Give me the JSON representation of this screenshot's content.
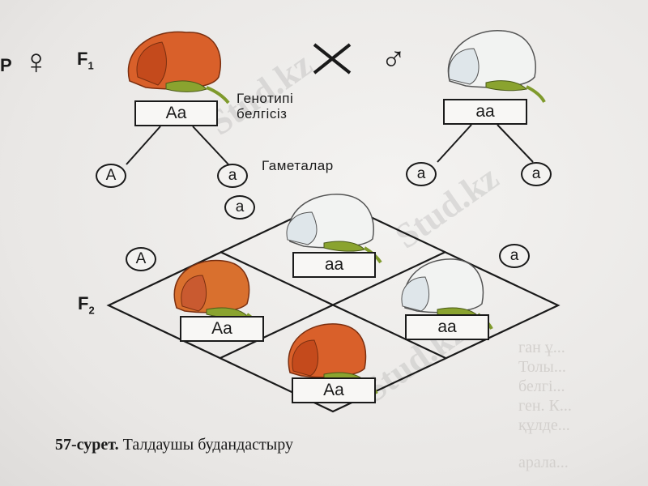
{
  "figure": {
    "parents_label": "P",
    "female_symbol": "♀",
    "f1_label": "F",
    "f1_sub": "1",
    "cross_symbol": "×",
    "male_symbol": "♂",
    "f2_label": "F",
    "f2_sub": "2",
    "genotype_label_line1": "Генотипі",
    "genotype_label_line2": "белгісіз",
    "gametes_label": "Гаметалар",
    "parent_female": {
      "genotype": "Aa",
      "flower_color": "#d9602a"
    },
    "parent_male": {
      "genotype": "aa",
      "flower_color": "#f2f3f2"
    },
    "female_gametes": [
      "A",
      "a"
    ],
    "male_gametes": [
      "a",
      "a"
    ],
    "punnett": {
      "row_gametes": [
        "A",
        "a"
      ],
      "col_gametes": [
        "a",
        "a"
      ],
      "cells": [
        {
          "position": "top",
          "genotype": "aa",
          "flower_color": "#f2f3f2"
        },
        {
          "position": "left",
          "genotype": "Aa",
          "flower_color": "#d9602a"
        },
        {
          "position": "right",
          "genotype": "aa",
          "flower_color": "#f2f3f2"
        },
        {
          "position": "bottom",
          "genotype": "Aa",
          "flower_color": "#d9602a"
        }
      ]
    },
    "caption_number": "57-сурет.",
    "caption_text": "Талдаушы будандастыру"
  },
  "watermark": "Stud.kz",
  "colors": {
    "ink": "#1a1a1a",
    "dominant_flower": "#d9602a",
    "recessive_flower": "#f2f3f2",
    "stem": "#7f9a2c"
  }
}
